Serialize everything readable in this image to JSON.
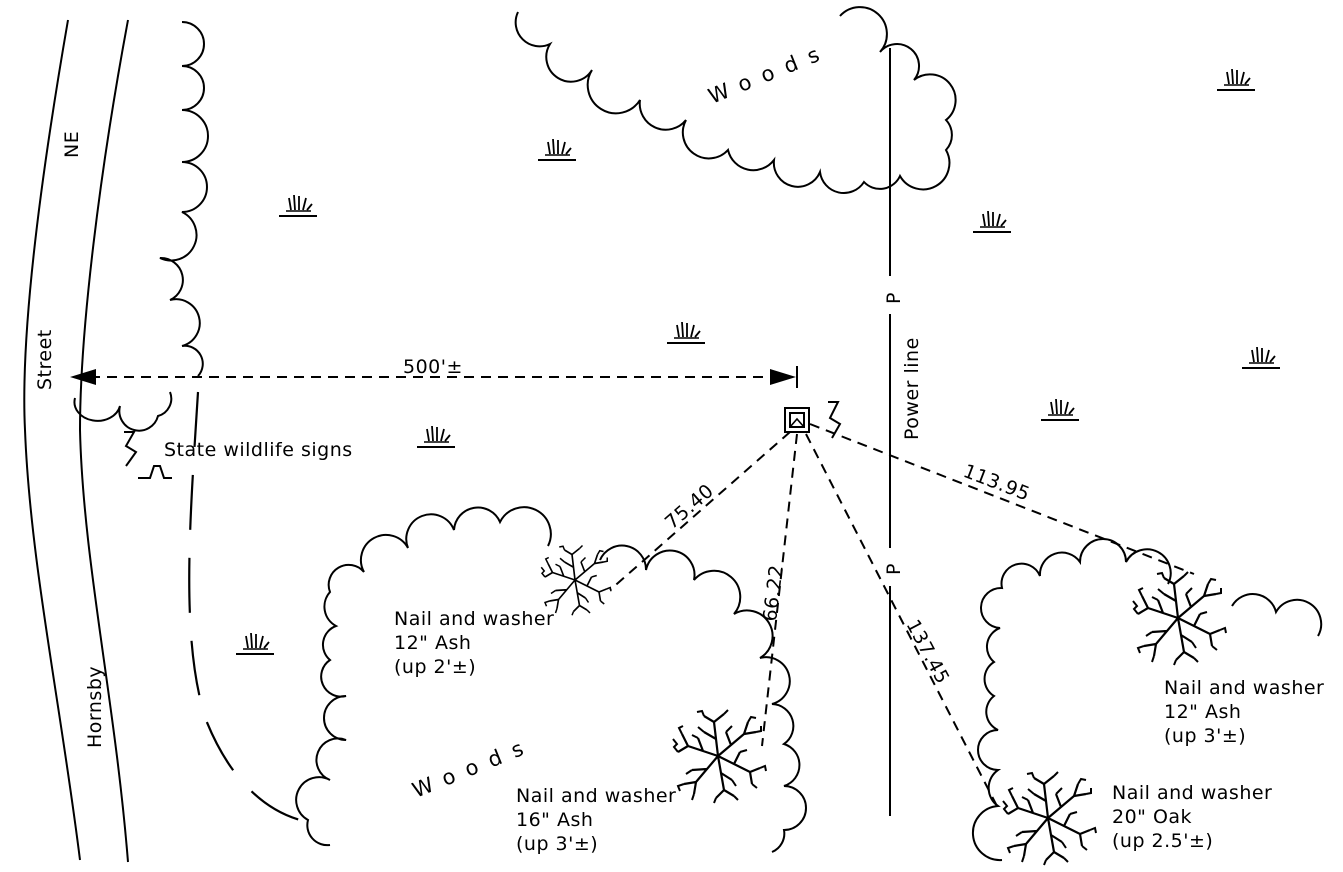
{
  "street": {
    "name_words": [
      "Hornsby",
      "Street",
      "NE"
    ]
  },
  "woods_label": "Woods",
  "power_line": {
    "label": "Power line",
    "pole_marks": [
      "P",
      "P"
    ]
  },
  "signs_label": "State wildlife signs",
  "distance_to_street": "500'±",
  "measurements": [
    {
      "distance": "75.40",
      "point": {
        "line1": "Nail and washer",
        "line2": "12\" Ash",
        "line3": "(up 2'±)"
      }
    },
    {
      "distance": "66.22",
      "point": {
        "line1": "Nail and washer",
        "line2": "16\" Ash",
        "line3": "(up 3'±)"
      }
    },
    {
      "distance": "137.45",
      "point": {
        "line1": "Nail and washer",
        "line2": "20\" Oak",
        "line3": "(up 2.5'±)"
      }
    },
    {
      "distance": "113.95",
      "point": {
        "line1": "Nail and washer",
        "line2": "12\" Ash",
        "line3": "(up 3'±)"
      }
    }
  ],
  "symbols": {
    "monument": "monument-icon",
    "marsh": "marsh-grass-icon",
    "tree": "tree-icon",
    "sign": "sign-icon"
  }
}
